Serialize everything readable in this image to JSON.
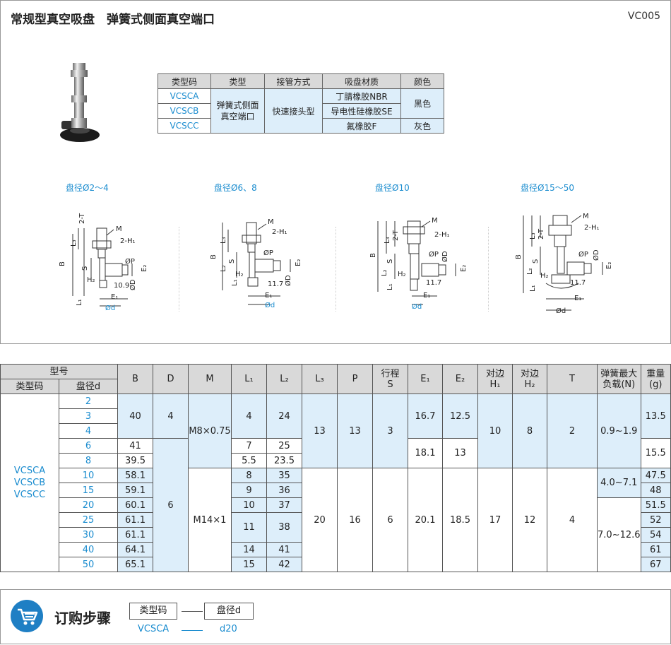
{
  "header": {
    "title": "常规型真空吸盘　弹簧式侧面真空端口",
    "code": "VC005"
  },
  "type_table": {
    "headers": [
      "类型码",
      "类型",
      "接管方式",
      "吸盘材质",
      "颜色"
    ],
    "codes": [
      "VCSCA",
      "VCSCB",
      "VCSCC"
    ],
    "type": "弹簧式侧面真空端口",
    "connection": "快速接头型",
    "materials": [
      "丁腈橡胶NBR",
      "导电性硅橡胶SE",
      "氟橡胶F"
    ],
    "colors": [
      "黑色",
      "灰色"
    ]
  },
  "diagrams": [
    {
      "label": "盘径Ø2～4",
      "dims": [
        "2-T",
        "M",
        "2-H₁",
        "L₃",
        "B",
        "S",
        "ØP",
        "E₂",
        "H₂",
        "10.9",
        "ØD",
        "L₁",
        "E₁",
        "Ød"
      ]
    },
    {
      "label": "盘径Ø6、8",
      "dims": [
        "M",
        "2-H₁",
        "L₃",
        "B",
        "S",
        "ØP",
        "E₂",
        "L₂",
        "H₂",
        "11.7",
        "ØD",
        "L₁",
        "E₁",
        "Ød"
      ]
    },
    {
      "label": "盘径Ø10",
      "dims": [
        "M",
        "2-H₁",
        "2-T",
        "L₃",
        "B",
        "S",
        "ØP",
        "ØD",
        "E₂",
        "L₂",
        "H₂",
        "11.7",
        "L₁",
        "E₁",
        "Ød"
      ]
    },
    {
      "label": "盘径Ø15～50",
      "dims": [
        "M",
        "2-H₁",
        "2-T",
        "L₃",
        "B",
        "S",
        "ØP",
        "ØD",
        "E₂",
        "L₂",
        "H₂",
        "11.7",
        "L₁",
        "E₁",
        "Ød"
      ]
    }
  ],
  "spec": {
    "group_header": "型号",
    "sub_headers": [
      "类型码",
      "盘径d"
    ],
    "headers": [
      "B",
      "D",
      "M",
      "L₁",
      "L₂",
      "L₃",
      "P",
      "行程\nS",
      "E₁",
      "E₂",
      "对边\nH₁",
      "对边\nH₂",
      "T",
      "弹簧最大\n负载(N)",
      "重量\n(g)"
    ],
    "type_codes": "VCSCA\nVCSCB\nVCSCC",
    "d": [
      "2",
      "3",
      "4",
      "6",
      "8",
      "10",
      "15",
      "20",
      "25",
      "30",
      "40",
      "50"
    ],
    "B": [
      "40",
      "41",
      "39.5",
      "58.1",
      "59.1",
      "60.1",
      "61.1",
      "61.1",
      "64.1",
      "65.1"
    ],
    "D": [
      "4",
      "6"
    ],
    "M": [
      "M8×0.75",
      "M14×1"
    ],
    "L1": [
      "4",
      "7",
      "5.5",
      "8",
      "9",
      "10",
      "11",
      "14",
      "15"
    ],
    "L2": [
      "24",
      "25",
      "23.5",
      "35",
      "36",
      "37",
      "38",
      "41",
      "42"
    ],
    "L3": [
      "13",
      "20"
    ],
    "P": [
      "13",
      "16"
    ],
    "S": [
      "3",
      "6"
    ],
    "E1": [
      "16.7",
      "18.1",
      "20.1"
    ],
    "E2": [
      "12.5",
      "13",
      "18.5"
    ],
    "H1": [
      "10",
      "17"
    ],
    "H2": [
      "8",
      "12"
    ],
    "T": [
      "2",
      "4"
    ],
    "spring": [
      "0.9~1.9",
      "4.0~7.1",
      "7.0~12.6"
    ],
    "weight": [
      "13.5",
      "15.5",
      "47.5",
      "48",
      "51.5",
      "52",
      "54",
      "61",
      "67"
    ]
  },
  "order": {
    "title": "订购步骤",
    "steps": [
      "类型码",
      "盘径d"
    ],
    "examples": [
      "VCSCA",
      "d20"
    ]
  },
  "colors": {
    "accent": "#1a8ccf",
    "table_fill": "#ddeefa",
    "header_fill": "#d9d9d9",
    "cart": "#1f7fc4"
  }
}
